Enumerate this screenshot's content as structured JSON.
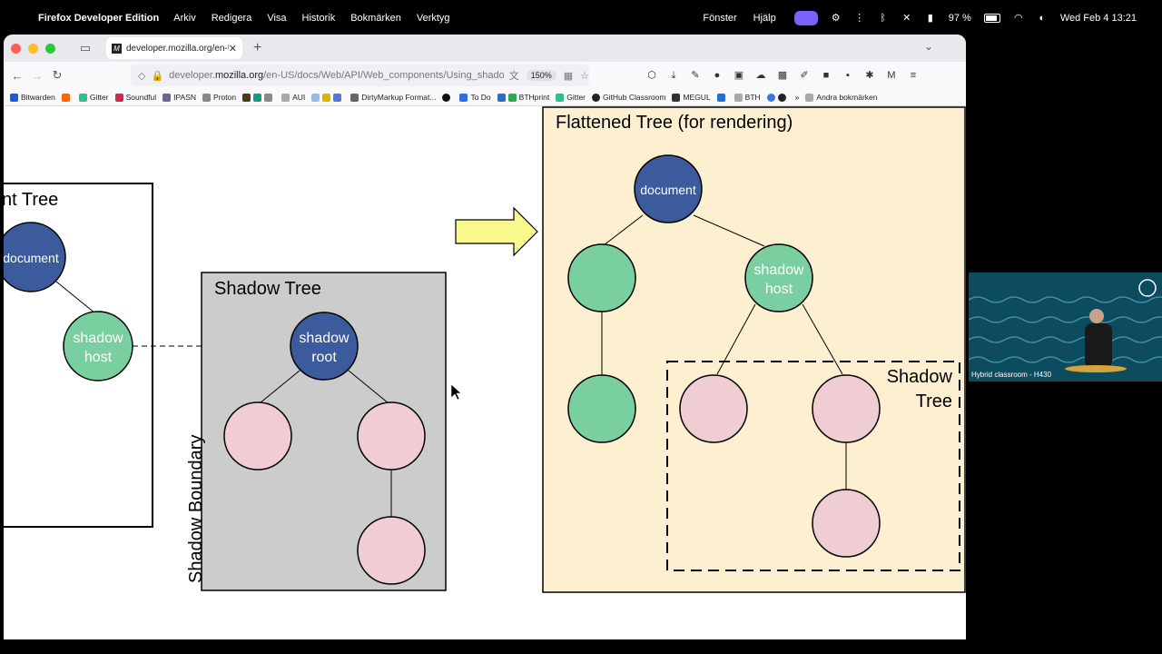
{
  "menubar": {
    "app_name": "Firefox Developer Edition",
    "menus": [
      "Arkiv",
      "Redigera",
      "Visa",
      "Historik",
      "Bokmärken",
      "Verktyg"
    ],
    "right_menus": [
      "Fönster",
      "Hjälp"
    ],
    "battery": "97 %",
    "clock": "Wed Feb 4  13:21"
  },
  "browser": {
    "tab_title": "developer.mozilla.org/en-US/do",
    "url_prefix": "developer.",
    "url_host": "mozilla.org",
    "url_path": "/en-US/docs/Web/API/Web_components/Using_shadow_DO",
    "zoom": "150%",
    "bookmarks": [
      "Bitwarden",
      "Gitter",
      "Soundful",
      "IPASN",
      "Proton",
      "AUI",
      "DirtyMarkup Format...",
      "To Do",
      "BTHprint",
      "Gitter",
      "GitHub Classroom",
      "MEGUL",
      "BTH",
      "Andra bokmärken"
    ]
  },
  "diagram": {
    "left_tree_title": "nt Tree",
    "left_doc": "document",
    "left_host": [
      "shadow",
      "host"
    ],
    "shadow_tree_title": "Shadow Tree",
    "shadow_root": [
      "shadow",
      "root"
    ],
    "boundary_label": "Shadow Boundary",
    "flat_title": "Flattened Tree (for rendering)",
    "flat_doc": "document",
    "flat_host": [
      "shadow",
      "host"
    ],
    "flat_shadow_label": [
      "Shadow",
      "Tree"
    ],
    "colors": {
      "doc": "#3b5b9c",
      "green": "#7acfa0",
      "pink": "#f0cdd2",
      "gray": "#cccccc",
      "cream": "#fdf0d0",
      "arrow": "#f8f88c"
    }
  },
  "camera": {
    "caption": "Hybrid classroom - H430"
  }
}
